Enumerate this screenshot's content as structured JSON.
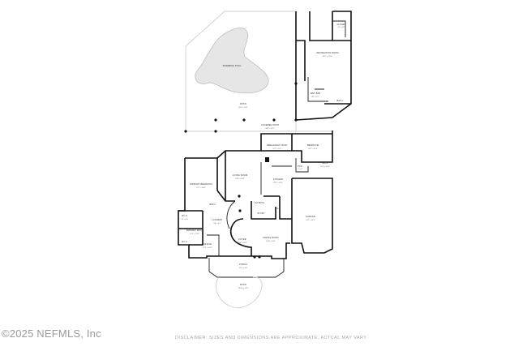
{
  "watermark": {
    "copyright": "©2025 NEFMLS, Inc"
  },
  "disclaimer": "DISCLAIMER: SIZES AND DIMENSIONS ARE APPROXIMATE, ACTUAL MAY VARY.",
  "rooms": [
    {
      "id": "summer-kitchen-pool",
      "name": "SWIMMING POOL",
      "dims": ""
    },
    {
      "id": "patio-top",
      "name": "PATIO",
      "dims": "40'0\" x 24'0\""
    },
    {
      "id": "recreation-room",
      "name": "RECREATION ROOM",
      "dims": "29'3\" x 21'10\""
    },
    {
      "id": "closet-top",
      "name": "CLOSET",
      "dims": "5'1\" x 3'0\""
    },
    {
      "id": "wet-bar",
      "name": "WET BAR",
      "dims": "8'6\" x 5'3\""
    },
    {
      "id": "bath-rec",
      "name": "BATH",
      "dims": "8'1\" x 5'4\""
    },
    {
      "id": "covered-patio",
      "name": "COVERED PATIO",
      "dims": "48'6\" x 12'0\""
    },
    {
      "id": "breakfast-nook",
      "name": "BREAKFAST NOOK",
      "dims": "12'7\" x 11'5\""
    },
    {
      "id": "bedroom-right",
      "name": "BEDROOM",
      "dims": "16'7\" x 11'4\""
    },
    {
      "id": "bath-right",
      "name": "BATH",
      "dims": "11'0\" x 5'10\""
    },
    {
      "id": "pantry",
      "name": "PAN",
      "dims": "4' x 3'"
    },
    {
      "id": "living-room",
      "name": "LIVING ROOM",
      "dims": "23'8\" x 20'9\""
    },
    {
      "id": "kitchen",
      "name": "KITCHEN",
      "dims": "20'1\" x 15'8\""
    },
    {
      "id": "primary-bedroom",
      "name": "PRIMARY BEDROOM",
      "dims": "19'7\" x 18'0\""
    },
    {
      "id": "garage",
      "name": "GARAGE",
      "dims": "32'2\" x 31'4\""
    },
    {
      "id": "wic-1",
      "name": "W.I.C.",
      "dims": "9'5\" x 6'1\""
    },
    {
      "id": "primary-bath",
      "name": "PRIMARY BATH",
      "dims": "12'2\" x 10'6\""
    },
    {
      "id": "wic-2",
      "name": "W.I.C.",
      "dims": "8'3\" x 6'0\""
    },
    {
      "id": "laundry",
      "name": "LAUNDRY",
      "dims": "9'8\" x 6'7\""
    },
    {
      "id": "bath-mid",
      "name": "BATH",
      "dims": ""
    },
    {
      "id": "half-bath",
      "name": "1/2 BATH",
      "dims": ""
    },
    {
      "id": "closet-mid",
      "name": "CLO",
      "dims": ""
    },
    {
      "id": "study",
      "name": "STUDY",
      "dims": ""
    },
    {
      "id": "dining-room",
      "name": "DINING ROOM",
      "dims": "14'3\" x 12'6\""
    },
    {
      "id": "foyer",
      "name": "FOYER",
      "dims": "16'8\" x 10'3\""
    },
    {
      "id": "office",
      "name": "OFFICE",
      "dims": "12'2\" x 10'9\""
    },
    {
      "id": "porch",
      "name": "PORCH",
      "dims": "17'0\" x 6'0\""
    },
    {
      "id": "entry-walk",
      "name": "PATIO",
      "dims": "20'10\" x 12'4\""
    }
  ]
}
